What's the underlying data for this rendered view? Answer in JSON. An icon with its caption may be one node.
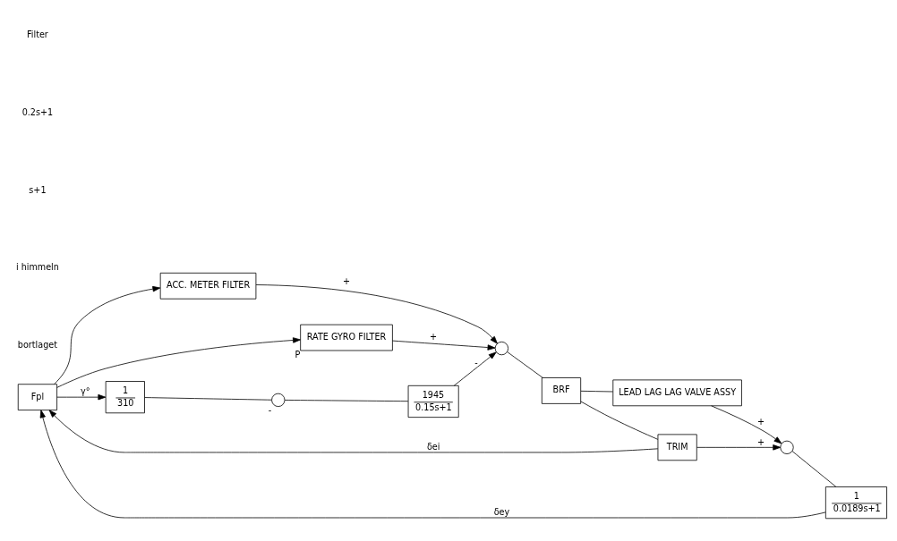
{
  "diagram": {
    "nodes": [
      {
        "text": [
          "Fpl"
        ]
      },
      {
        "text": [
          "ACC. METER FILTER"
        ]
      },
      {
        "text": [
          "RATE GYRO FILTER"
        ],
        "beside": [
          "P"
        ]
      },
      {
        "text": [],
        "shape": "circle"
      },
      {
        "text": [
          "BRF"
        ]
      },
      {
        "text": [
          "TRIM"
        ]
      },
      {
        "text": [
          "LEAD LAG LAG VALVE ASSY"
        ]
      },
      {
        "text": [],
        "shape": "circle"
      },
      {
        "text": [
          "1",
          "0.0189s+1"
        ]
      },
      {
        "text": [
          "1945",
          "0.15s+1"
        ]
      },
      {
        "text": [],
        "shape": "circle",
        "beside": [
          "-"
        ]
      },
      {
        "text": [
          "1",
          "310"
        ]
      }
    ],
    "edges": [
      {
        "from": 0,
        "to": 1,
        "arrow": "to"
      },
      {
        "from": 0,
        "to": 2,
        "arrow": "to"
      },
      {
        "from": 1,
        "to": 3,
        "arrow": "to",
        "label": "+"
      },
      {
        "from": 2,
        "to": 3,
        "arrow": "to",
        "label": "+"
      },
      {
        "from": 9,
        "to": 3,
        "arrow": "to",
        "label": "-"
      },
      {
        "from": 3,
        "to": 4,
        "arrow": "none"
      },
      {
        "from": 4,
        "to": 5,
        "arrow": "none"
      },
      {
        "from": 4,
        "to": 6,
        "arrow": "none"
      },
      {
        "from": 6,
        "to": 7,
        "arrow": "to",
        "label": "+"
      },
      {
        "from": 5,
        "to": 7,
        "arrow": "to",
        "label": "+"
      },
      {
        "from": 7,
        "to": 8,
        "arrow": "none"
      },
      {
        "from": 5,
        "to": 0,
        "arrow": "to",
        "label": "δei"
      },
      {
        "from": 8,
        "to": 0,
        "arrow": "to",
        "label": "δey"
      },
      {
        "from": 10,
        "to": 9,
        "arrow": "none"
      },
      {
        "from": 11,
        "to": 10,
        "arrow": "none"
      },
      {
        "from": 0,
        "to": 11,
        "arrow": "to",
        "label": "γ°"
      }
    ],
    "labels": [
      "Filter",
      "0.2s+1",
      "s+1",
      "i himmeln",
      "bortlaget"
    ]
  }
}
